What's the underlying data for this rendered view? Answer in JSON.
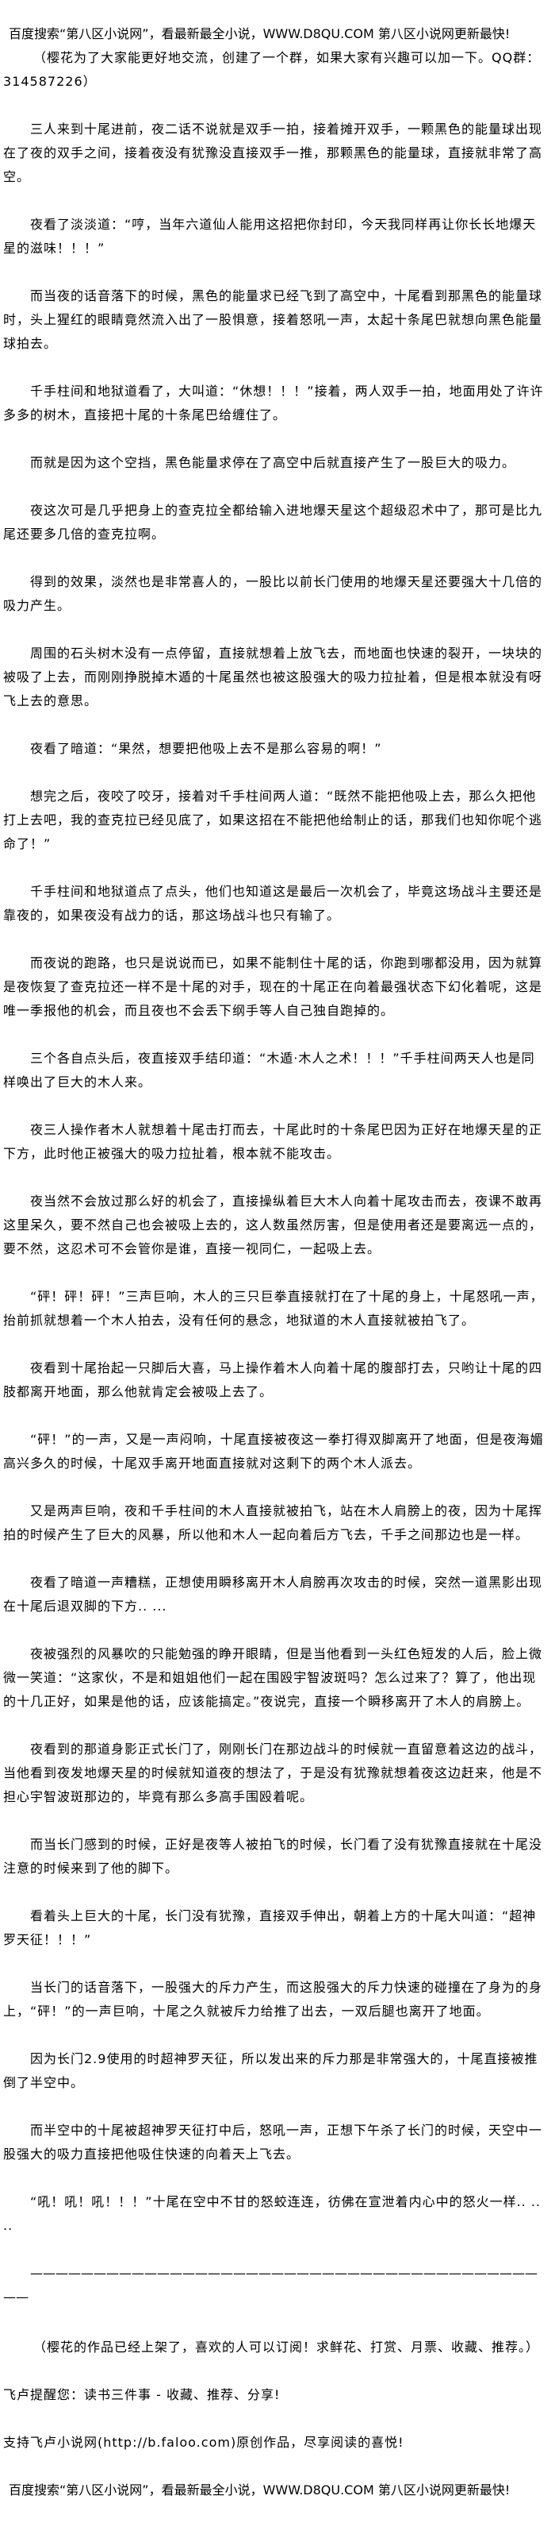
{
  "header": {
    "ad_line": "百度搜索“第八区小说网”，看最新最全小说，WWW.D8QU.COM  第八区小说网更新最快!",
    "qq_note": "（樱花为了大家能更好地交流，创建了一个群，如果大家有兴趣可以加一下。QQ群：314587226）"
  },
  "paragraphs": [
    "三人来到十尾进前，夜二话不说就是双手一拍，接着摊开双手，一颗黑色的能量球出现在了夜的双手之间，接着夜没有犹豫没直接双手一推，那颗黑色的能量球，直接就非常了高空。",
    "夜看了淡淡道：“哼，当年六道仙人能用这招把你封印，今天我同样再让你长长地爆天星的滋味！！！”",
    "而当夜的话音落下的时候，黑色的能量求已经飞到了高空中，十尾看到那黑色的能量球时，头上猩红的眼睛竟然流入出了一股惧意，接着怒吼一声，太起十条尾巴就想向黑色能量球拍去。",
    "千手柱间和地狱道看了，大叫道：“休想！！！”接着，两人双手一拍，地面用处了许许多多的树木，直接把十尾的十条尾巴给缠住了。",
    "而就是因为这个空挡，黑色能量求停在了高空中后就直接产生了一股巨大的吸力。",
    "夜这次可是几乎把身上的查克拉全都给输入进地爆天星这个超级忍术中了，那可是比九尾还要多几倍的查克拉啊。",
    "得到的效果，淡然也是非常喜人的，一股比以前长门使用的地爆天星还要强大十几倍的吸力产生。",
    "周围的石头树木没有一点停留，直接就想着上放飞去，而地面也快速的裂开，一块块的被吸了上去，而刚刚挣脱掉木遁的十尾虽然也被这股强大的吸力拉扯着，但是根本就没有呀飞上去的意思。",
    "夜看了暗道：“果然，想要把他吸上去不是那么容易的啊！”",
    "想完之后，夜咬了咬牙，接着对千手柱间两人道：“既然不能把他吸上去，那么久把他打上去吧，我的查克拉已经见底了，如果这招在不能把他给制止的话，那我们也知你呢个逃命了！”",
    "千手柱间和地狱道点了点头，他们也知道这是最后一次机会了，毕竟这场战斗主要还是靠夜的，如果夜没有战力的话，那这场战斗也只有输了。",
    "而夜说的跑路，也只是说说而已，如果不能制住十尾的话，你跑到哪都没用，因为就算是夜恢复了查克拉还一样不是十尾的对手，现在的十尾正在向着最强状态下幻化着呢，这是唯一季报他的机会，而且夜也不会丢下纲手等人自己独自跑掉的。",
    "三个各自点头后，夜直接双手结印道：“木遁·木人之术！！！”千手柱间两天人也是同样唤出了巨大的木人来。",
    "夜三人操作者木人就想着十尾击打而去，十尾此时的十条尾巴因为正好在地爆天星的正下方，此时他正被强大的吸力拉扯着，根本就不能攻击。",
    "夜当然不会放过那么好的机会了，直接操纵着巨大木人向着十尾攻击而去，夜课不敢再这里呆久，要不然自己也会被吸上去的，这人数虽然厉害，但是使用者还是要离远一点的，要不然，这忍术可不会管你是谁，直接一视同仁，一起吸上去。",
    "“砰！砰！砰！”三声巨响，木人的三只巨拳直接就打在了十尾的身上，十尾怒吼一声，抬前抓就想着一个木人拍去，没有任何的悬念，地狱道的木人直接就被拍飞了。",
    "夜看到十尾抬起一只脚后大喜，马上操作着木人向着十尾的腹部打去，只哟让十尾的四肢都离开地面，那么他就肯定会被吸上去了。",
    "“砰！”的一声，又是一声闷响，十尾直接被夜这一拳打得双脚离开了地面，但是夜海媚高兴多久的时候，十尾双手离开地面直接就对这剩下的两个木人派去。",
    "又是两声巨响，夜和千手柱间的木人直接就被拍飞，站在木人肩膀上的夜，因为十尾挥拍的时候产生了巨大的风暴，所以他和木人一起向着后方飞去，千手之间那边也是一样。",
    "夜看了暗道一声糟糕，正想使用瞬移离开木人肩膀再次攻击的时候，突然一道黑影出现在十尾后退双脚的下方.. ...",
    "夜被强烈的风暴吹的只能勉强的睁开眼睛，但是当他看到一头红色短发的人后，脸上微微一笑道：“这家伙，不是和姐姐他们一起在围殴宇智波斑吗？怎么过来了？算了，他出现的十几正好，如果是他的话，应该能搞定。”夜说完，直接一个瞬移离开了木人的肩膀上。",
    "夜看到的那道身影正式长门了，刚刚长门在那边战斗的时候就一直留意着这边的战斗，当他看到夜发地爆天星的时候就知道夜的想法了，于是没有犹豫就想着夜这边赶来，他是不担心宇智波斑那边的，毕竟有那么多高手围殴着呢。",
    "而当长门感到的时候，正好是夜等人被拍飞的时候，长门看了没有犹豫直接就在十尾没注意的时候来到了他的脚下。",
    "看着头上巨大的十尾，长门没有犹豫，直接双手伸出，朝着上方的十尾大叫道：“超神罗天征！！！”",
    "当长门的话音落下，一股强大的斥力产生，而这股强大的斥力快速的碰撞在了身为的身上，“砰！”的一声巨响，十尾之久就被斥力给推了出去，一双后腿也离开了地面。",
    "因为长门2.9使用的时超神罗天征，所以发出来的斥力那是非常强大的，十尾直接被推倒了半空中。",
    "而半空中的十尾被超神罗天征打中后，怒吼一声，正想下午杀了长门的时候，天空中一股强大的吸力直接把他吸住快速的向着天上飞去。",
    "“吼！吼！吼！！！”十尾在空中不甘的怒蛟连连，彷佛在宣泄着内心中的怒火一样.. ....",
    "——————————————————————————————————————————"
  ],
  "footer": {
    "author_note": "（樱花的作品已经上架了，喜欢的人可以订阅！求鲜花、打赏、月票、收藏、推荐。）",
    "faloo_reminder": "飞卢提醒您：读书三件事 - 收藏、推荐、分享!",
    "faloo_support": "支持飞卢小说网(http://b.faloo.com)原创作品，尽享阅读的喜悦!",
    "ad_line": "百度搜索“第八区小说网”，看最新最全小说，WWW.D8QU.COM  第八区小说网更新最快!"
  }
}
